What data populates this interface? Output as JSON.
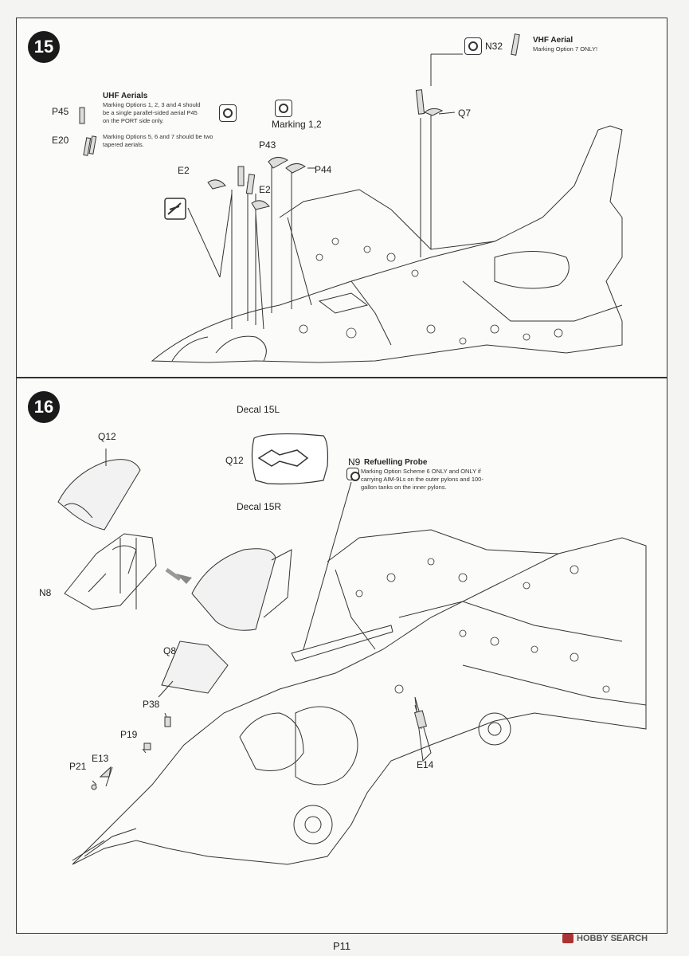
{
  "steps": [
    {
      "number": "15",
      "parts": [
        "P45",
        "E20",
        "E2",
        "E2",
        "P43",
        "P44",
        "Q7",
        "N32"
      ],
      "marking_label": "Marking 1,2",
      "notes": {
        "uhf": {
          "title": "UHF Aerials",
          "body": "Marking Options 1, 2, 3 and 4 should be a single parallel-sided aerial P45 on the PORT side only.",
          "body2": "Marking Options 5, 6 and 7 should be two tapered aerials."
        },
        "vhf": {
          "title": "VHF Aerial",
          "body": "Marking Option 7 ONLY!"
        }
      }
    },
    {
      "number": "16",
      "parts": [
        "Q12",
        "N8",
        "Q8",
        "P38",
        "P19",
        "E13",
        "P21",
        "E14",
        "Q12",
        "N9"
      ],
      "decals": {
        "top": "Decal 15L",
        "bottom": "Decal 15R"
      },
      "notes": {
        "probe": {
          "title": "Refuelling Probe",
          "body": "Marking Option Scheme 6 ONLY and ONLY if carrying AIM-9Ls on the outer pylons and 100-gallon tanks on the inner pylons."
        }
      }
    }
  ],
  "footer": {
    "page": "P11",
    "watermark": "HOBBY SEARCH"
  },
  "colors": {
    "ink": "#222222",
    "badge": "#1a1a1a",
    "paper": "#fbfbf9"
  }
}
